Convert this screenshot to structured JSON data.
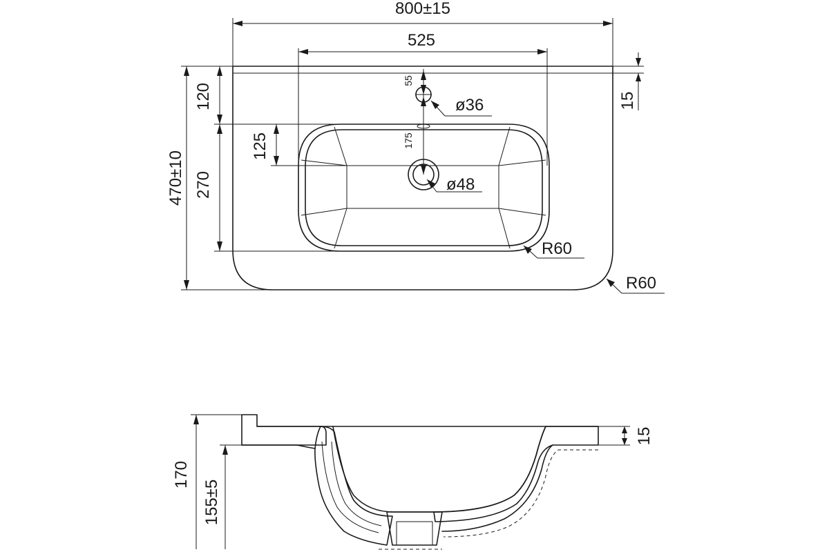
{
  "drawing": {
    "plan_view": {
      "overall_width": "800±15",
      "bowl_width": "525",
      "overall_depth": "470±10",
      "front_to_bowl": "120",
      "bowl_depth": "270",
      "to_drain_axis": "125",
      "tap_offset": "55",
      "tap_to_drain": "175",
      "rim_height": "15",
      "tap_hole": "ø36",
      "drain_hole": "ø48",
      "bowl_radius": "R60",
      "outer_radius": "R60"
    },
    "section_view": {
      "total_height": "170",
      "bowl_height": "155±5",
      "rim_thickness": "15"
    }
  }
}
